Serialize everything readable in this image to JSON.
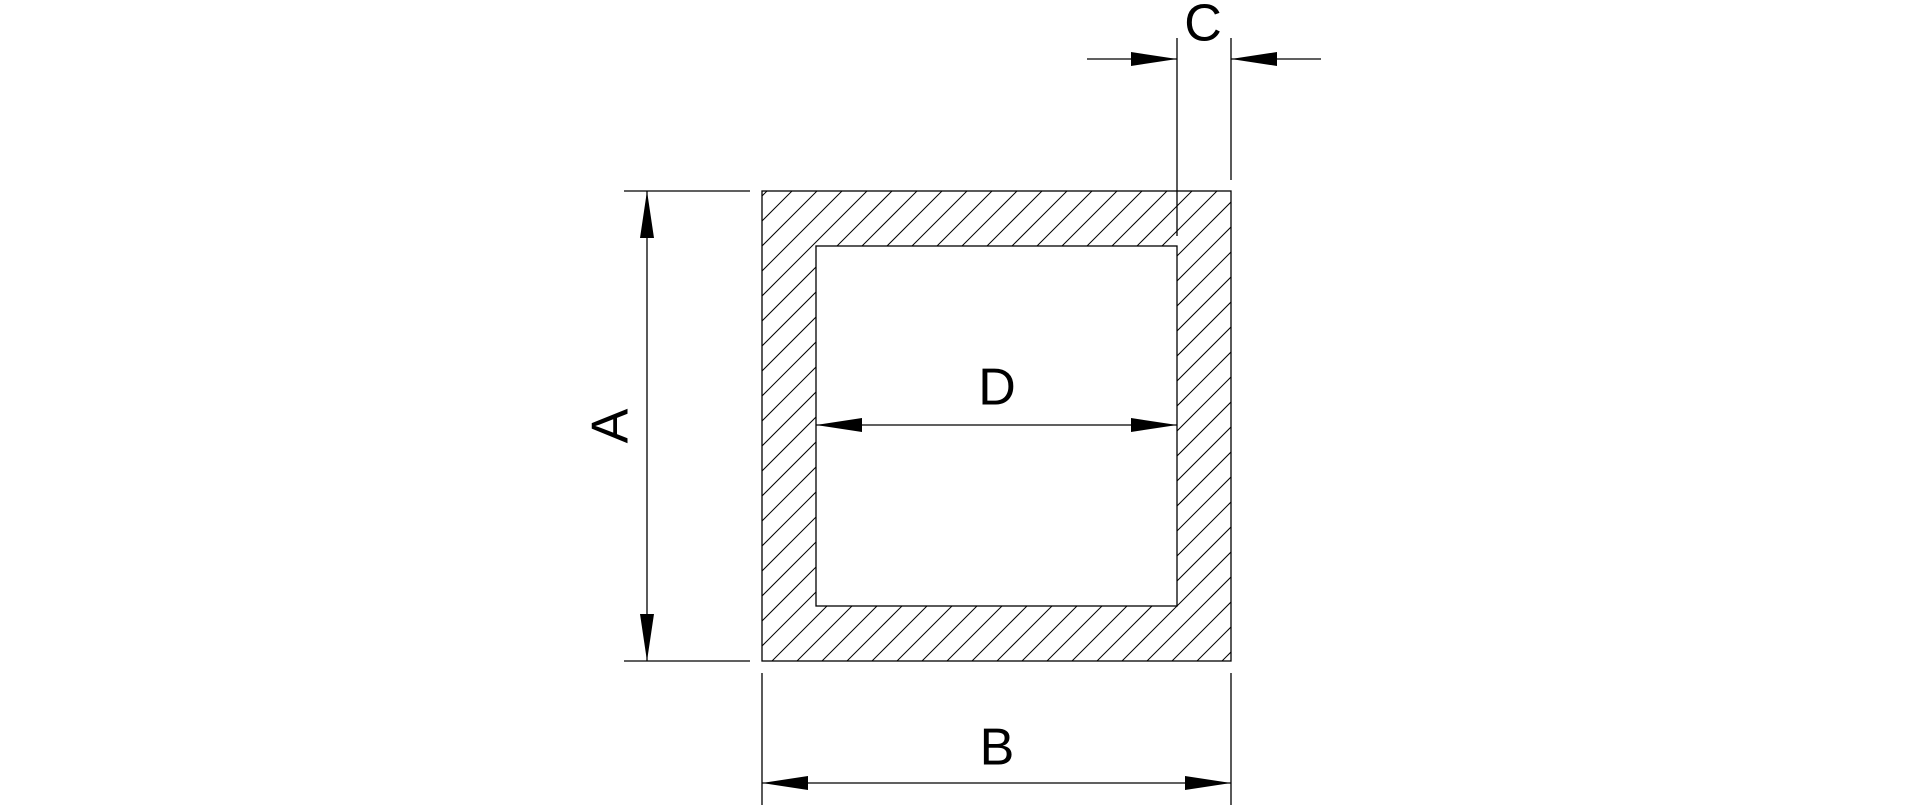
{
  "diagram": {
    "labels": {
      "height": "A",
      "outer_width": "B",
      "wall_thickness": "C",
      "inner_width": "D"
    }
  }
}
